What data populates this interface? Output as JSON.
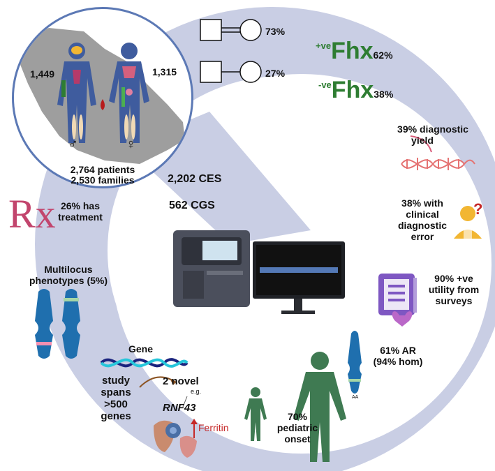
{
  "cohort": {
    "male_count": "1,449",
    "female_count": "1,315",
    "male_symbol": "♂",
    "female_symbol": "♀",
    "patients": "2,764 patients",
    "families": "2,530 families"
  },
  "sequencing": {
    "ces": "2,202 CES",
    "cgs": "562 CGS"
  },
  "pedigree": {
    "consanguineous_pct": "73%",
    "non_consanguineous_pct": "27%"
  },
  "family_history": {
    "positive_prefix": "+ve",
    "positive_label": "Fhx",
    "positive_pct": "62%",
    "negative_prefix": "-ve",
    "negative_label": "Fhx",
    "negative_pct": "38%"
  },
  "findings": {
    "diagnostic_yield": [
      "39% diagnostic",
      "yield"
    ],
    "diagnostic_error": [
      "38% with",
      "clinical",
      "diagnostic",
      "error"
    ],
    "survey_utility": [
      "90% +ve",
      "utility from",
      "surveys"
    ],
    "inheritance": [
      "61% AR",
      "(94% hom)"
    ],
    "aa_label": "AA",
    "pediatric_onset": [
      "70%",
      "pediatric",
      "onset"
    ],
    "treatment": [
      "26% has",
      "treatment"
    ],
    "rx_symbol": "Rx",
    "multilocus": [
      "Multilocus",
      "phenotypes (5%)"
    ],
    "gene_label": "Gene",
    "study_span": [
      "study",
      "spans",
      ">500",
      "genes"
    ],
    "novel_genes": "2 novel",
    "example_prefix": "e.g.",
    "example_gene": "RNF43",
    "ferritin_label": "Ferritin"
  },
  "colors": {
    "ring": "#c9cee4",
    "map_bg": "#d9dcec",
    "land": "#9e9e9e",
    "body": "#3f5c9e",
    "fhx_green": "#2e7d32",
    "chromosome": "#1f6fae",
    "ferritin_red": "#c62828"
  }
}
